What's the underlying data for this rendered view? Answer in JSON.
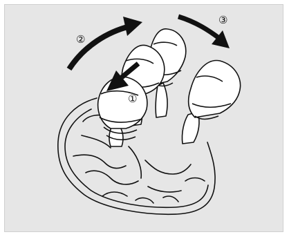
{
  "step_labels": {
    "step1": "①",
    "step2": "②",
    "step3": "③"
  }
}
